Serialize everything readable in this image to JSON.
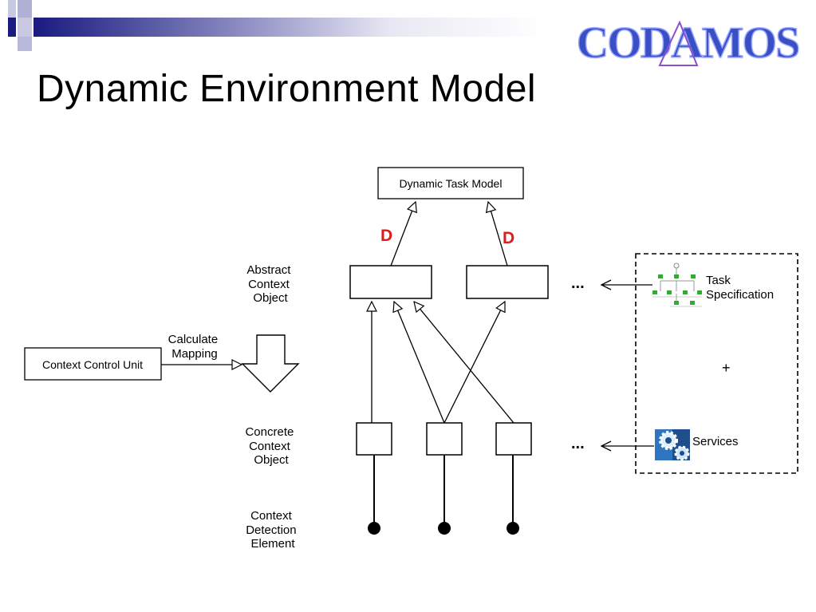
{
  "slide": {
    "title": "Dynamic Environment Model",
    "logo_text": "CODAMOS"
  },
  "colors": {
    "top_bar_dark": "#1a1a80",
    "top_bar_light": "#e8e8f4",
    "dependency_mark": "#e01b1b",
    "logo_blue": "#3a4fc4"
  },
  "diagram": {
    "dynamic_task_model": "Dynamic Task Model",
    "dependency_mark": "D",
    "abstract_context_object": [
      "Abstract",
      "Context",
      "Object"
    ],
    "concrete_context_object": [
      "Concrete",
      "Context",
      "Object"
    ],
    "context_detection_element": [
      "Context",
      "Detection",
      "Element"
    ],
    "context_control_unit": "Context Control Unit",
    "calculate_mapping": [
      "Calculate",
      "Mapping"
    ],
    "ellipsis": "...",
    "task_specification": [
      "Task",
      "Specification"
    ],
    "plus": "+",
    "services": "Services"
  },
  "icons": {
    "task_specification_icon": "task-tree-icon",
    "services_icon": "gears-icon"
  }
}
